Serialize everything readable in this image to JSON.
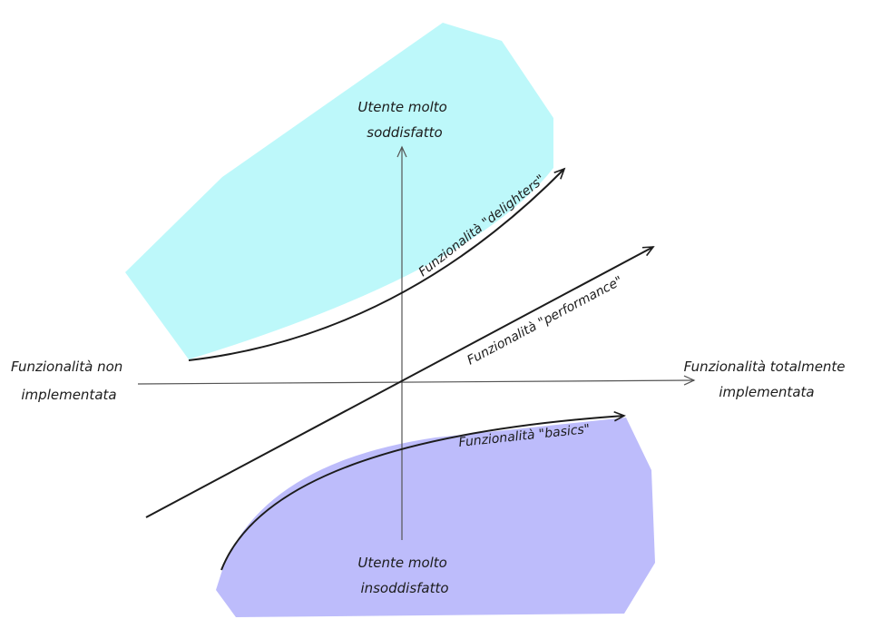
{
  "axis_labels": {
    "left_line1": "Funzionalità non",
    "left_line2": "implementata",
    "right_line1": "Funzionalità totalmente",
    "right_line2": "implementata",
    "top_line1": "Utente molto",
    "top_line2": "soddisfatto",
    "bottom_line1": "Utente molto",
    "bottom_line2": "insoddisfatto"
  },
  "curves": {
    "delighters": "Funzionalità \"delighters\"",
    "performance": "Funzionalità \"performance\"",
    "basics": "Funzionalità \"basics\""
  },
  "colors": {
    "delighters_region": "#bdf8fa",
    "basics_region": "#bdbcfb",
    "ink": "#1c1c1c",
    "axis": "#555555"
  }
}
